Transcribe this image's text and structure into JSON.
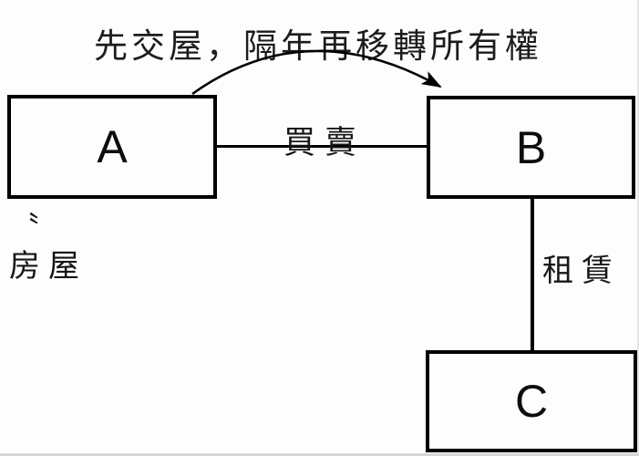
{
  "diagram": {
    "annotation_arrow": {
      "label": "先交屋，隔年再移轉所有權",
      "from": "A",
      "to": "B",
      "style": "curved-arrow"
    },
    "nodes": [
      {
        "id": "A",
        "label": "A"
      },
      {
        "id": "B",
        "label": "B"
      },
      {
        "id": "C",
        "label": "C"
      }
    ],
    "edges": [
      {
        "from": "A",
        "to": "B",
        "label": "買賣",
        "style": "horizontal-line"
      },
      {
        "from": "B",
        "to": "C",
        "label": "租賃",
        "style": "vertical-line"
      }
    ],
    "note": {
      "quote_mark": "〝",
      "text": "房屋"
    },
    "colors": {
      "stroke": "#000000",
      "background": "#fdfdfd"
    }
  }
}
